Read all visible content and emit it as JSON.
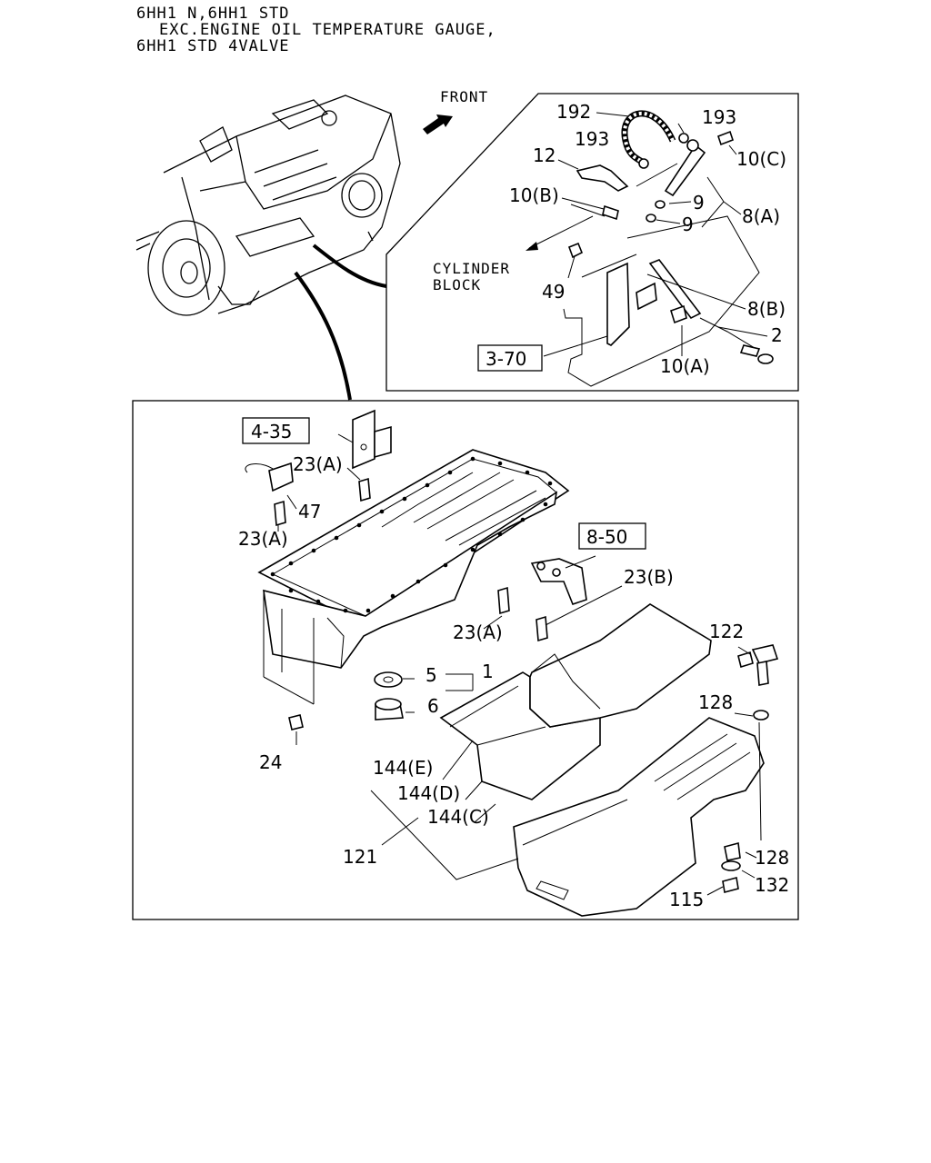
{
  "header": {
    "line1": "6HH1 N,6HH1 STD",
    "line2": "EXC.ENGINE OIL TEMPERATURE GAUGE,",
    "line3": "6HH1 STD 4VALVE"
  },
  "inset": {
    "front": "FRONT",
    "cylinder_block_1": "CYLINDER",
    "cylinder_block_2": "BLOCK",
    "ref_box": "3-70",
    "labels": {
      "p192": "192",
      "p193a": "193",
      "p193b": "193",
      "p10c": "10(C)",
      "p12": "12",
      "p10b": "10(B)",
      "p9a": "9",
      "p9b": "9",
      "p8a": "8(A)",
      "p49": "49",
      "p8b": "8(B)",
      "p2": "2",
      "p10a": "10(A)"
    }
  },
  "main": {
    "ref_435": "4-35",
    "ref_850": "8-50",
    "labels": {
      "p23a_1": "23(A)",
      "p47": "47",
      "p23a_2": "23(A)",
      "p23b": "23(B)",
      "p23a_3": "23(A)",
      "p5": "5",
      "p1": "1",
      "p6": "6",
      "p24": "24",
      "p122": "122",
      "p128a": "128",
      "p144e": "144(E)",
      "p144d": "144(D)",
      "p144c": "144(C)",
      "p121": "121",
      "p128b": "128",
      "p132": "132",
      "p115": "115"
    }
  }
}
